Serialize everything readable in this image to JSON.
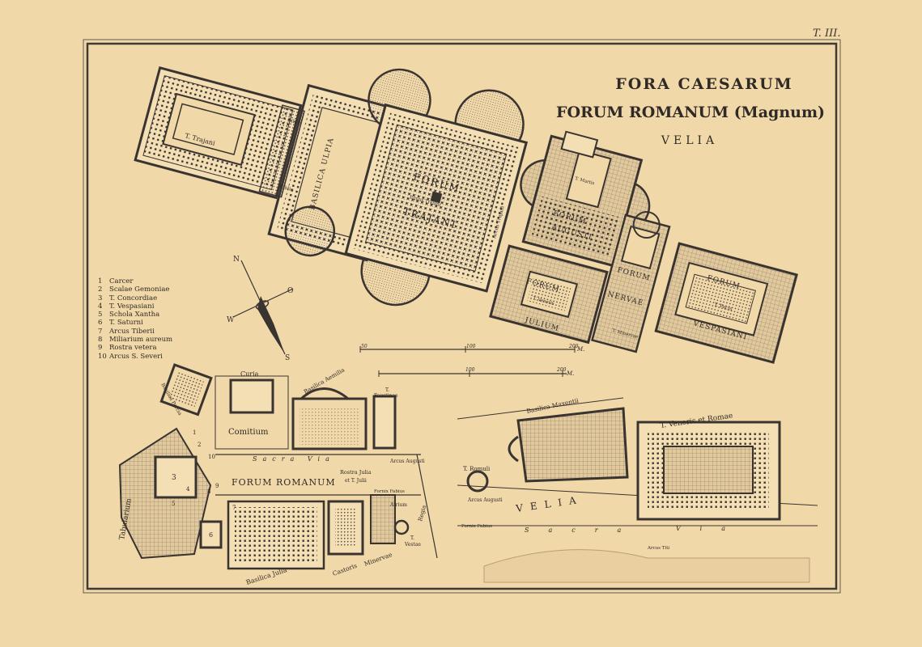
{
  "plate_number": "T. III.",
  "title": {
    "line1": "FORA CAESARUM",
    "line2": "FORUM ROMANUM (Magnum)",
    "line3": "VELIA"
  },
  "legend": [
    {
      "num": "1",
      "label": "Carcer"
    },
    {
      "num": "2",
      "label": "Scalae Gemoniae"
    },
    {
      "num": "3",
      "label": "T. Concordiae"
    },
    {
      "num": "4",
      "label": "T. Vespasiani"
    },
    {
      "num": "5",
      "label": "Schola Xantha"
    },
    {
      "num": "6",
      "label": "T. Saturni"
    },
    {
      "num": "7",
      "label": "Arcus Tiberii"
    },
    {
      "num": "8",
      "label": "Miliarium aureum"
    },
    {
      "num": "9",
      "label": "Rostra vetera"
    },
    {
      "num": "10",
      "label": "Arcus S. Severi"
    }
  ],
  "compass": {
    "n": "N",
    "s": "S",
    "o": "O",
    "w": "W"
  },
  "scale_upper": {
    "ticks": [
      "50",
      "100",
      "200"
    ],
    "unit": "M."
  },
  "scale_lower": {
    "ticks": [
      "100",
      "200"
    ],
    "unit": "M."
  },
  "fora_labels": {
    "t_trajani": "T. Trajani",
    "basilica_ulpia": "BASILICA ULPIA",
    "bibl1": "Biblio",
    "bibl2": "Biblio",
    "forum_trajani_1": "FORUM",
    "forum_trajani_2": "TRAJANI",
    "equus": "Equus Trajani",
    "arcus_trajani": "Arcus Trajani",
    "forum_augusti_1": "FORUM",
    "forum_augusti_2": "AUGUSTI",
    "t_martis": "T. Martis",
    "forum_julium_1": "FORUM",
    "forum_julium_2": "JULIUM",
    "t_veneris": "T. Veneris",
    "forum_nervae_1": "FORUM",
    "forum_nervae_2": "NERVAE",
    "t_minervae": "T. Minervae",
    "forum_vespasiani_1": "FORUM",
    "forum_vespasiani_2": "VESPASIANI",
    "t_pacis": "T. Pacis"
  },
  "romanum_labels": {
    "basilica_porcia": "Basilica Porcia",
    "curia": "Curia",
    "comitium": "Comitium",
    "basilica_aemilia": "Basilica Aemilia",
    "t_faustinae_1": "T.",
    "t_faustinae_2": "Faustinae",
    "sacra_via": "Sacra Via",
    "arcus_augusti": "Arcus Augusti",
    "forum_romanum": "FORUM ROMANUM",
    "rostra_julia": "Rostra Julia",
    "t_julii": "et T. Julii",
    "fornix_fabius": "Fornix Fabius",
    "atrium": "Atrium",
    "regia": "Regia",
    "t_vestae_1": "T.",
    "t_vestae_2": "Vestae",
    "tabularium": "Tabularium",
    "basilica_julia": "Basilica Julia",
    "castoris": "Castoris",
    "minervae": "Minervae",
    "n1": "1",
    "n2": "2",
    "n3": "3",
    "n4": "4",
    "n5": "5",
    "n6": "6",
    "n7": "7",
    "n8": "8",
    "n9": "9",
    "n10": "10"
  },
  "velia_labels": {
    "basilica_maxentii": "Basilica Maxentii",
    "t_romuli": "T. Romuli",
    "t_veneris_romae": "T. Veneris et Romae",
    "arcus_augusti": "Arcus Augusti",
    "velia": "VELIA",
    "fornix_fabius": "Fornix Fabius",
    "sacra": "Sacra",
    "via": "Via",
    "arcus_titi": "Arcus Titi"
  },
  "colors": {
    "paper": "#f1d8a9",
    "ink": "#3a3431",
    "frame": "#403a36"
  }
}
